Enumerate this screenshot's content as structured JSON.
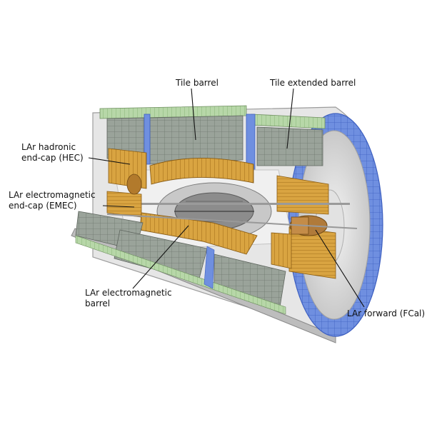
{
  "labels": {
    "tile_barrel": "Tile barrel",
    "tile_extended_barrel": "Tile extended barrel",
    "lar_hec_line1": "LAr hadronic",
    "lar_hec_line2": "end-cap (HEC)",
    "lar_emec_line1": "LAr electromagnetic",
    "lar_emec_line2": "end-cap (EMEC)",
    "lar_em_barrel_line1": "LAr electromagnetic",
    "lar_em_barrel_line2": "barrel",
    "lar_forward": "LAr forward (FCal)"
  },
  "colors": {
    "tile_module": "#9aa39a",
    "tile_cell_line": "#6e776e",
    "lar_copper": "#d9a441",
    "lar_copper_dark": "#a8741d",
    "scintillator_blue": "#6f8fe0",
    "scintillator_green": "#b7d7a8",
    "support_gray": "#d6d6d6",
    "inner_detector": "#8c8c8c"
  }
}
